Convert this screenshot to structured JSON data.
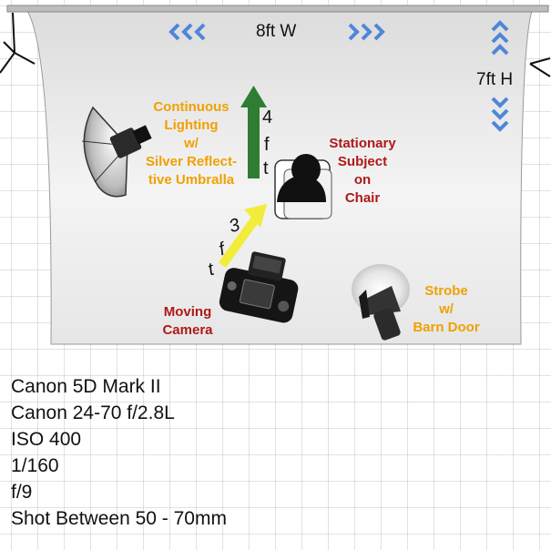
{
  "backdrop": {
    "width_label": "8ft W",
    "height_label": "7ft H"
  },
  "labels": {
    "continuous_lighting": [
      "Continuous",
      "Lighting",
      "w/",
      "Silver Reflect-",
      "tive Umbralla"
    ],
    "subject": [
      "Stationary",
      "Subject",
      "on",
      "Chair"
    ],
    "camera": [
      "Moving",
      "Camera"
    ],
    "strobe": [
      "Strobe",
      "w/",
      "Barn Door"
    ]
  },
  "distances": {
    "subject_to_backdrop": [
      "4",
      "f",
      "t"
    ],
    "camera_to_subject": [
      "3",
      "f",
      "t"
    ]
  },
  "specs": {
    "camera": "Canon 5D Mark II",
    "lens": "Canon 24-70 f/2.8L",
    "iso": "ISO 400",
    "shutter": "1/160",
    "aperture": "f/9",
    "focal": "Shot Between 50 - 70mm"
  },
  "colors": {
    "light_label": "#f0a000",
    "subject_label": "#b01818",
    "arrow_chevrons": "#4f86d8",
    "backdrop_arrow": "#2e7d32",
    "camera_arrow": "#f2ec3a"
  }
}
